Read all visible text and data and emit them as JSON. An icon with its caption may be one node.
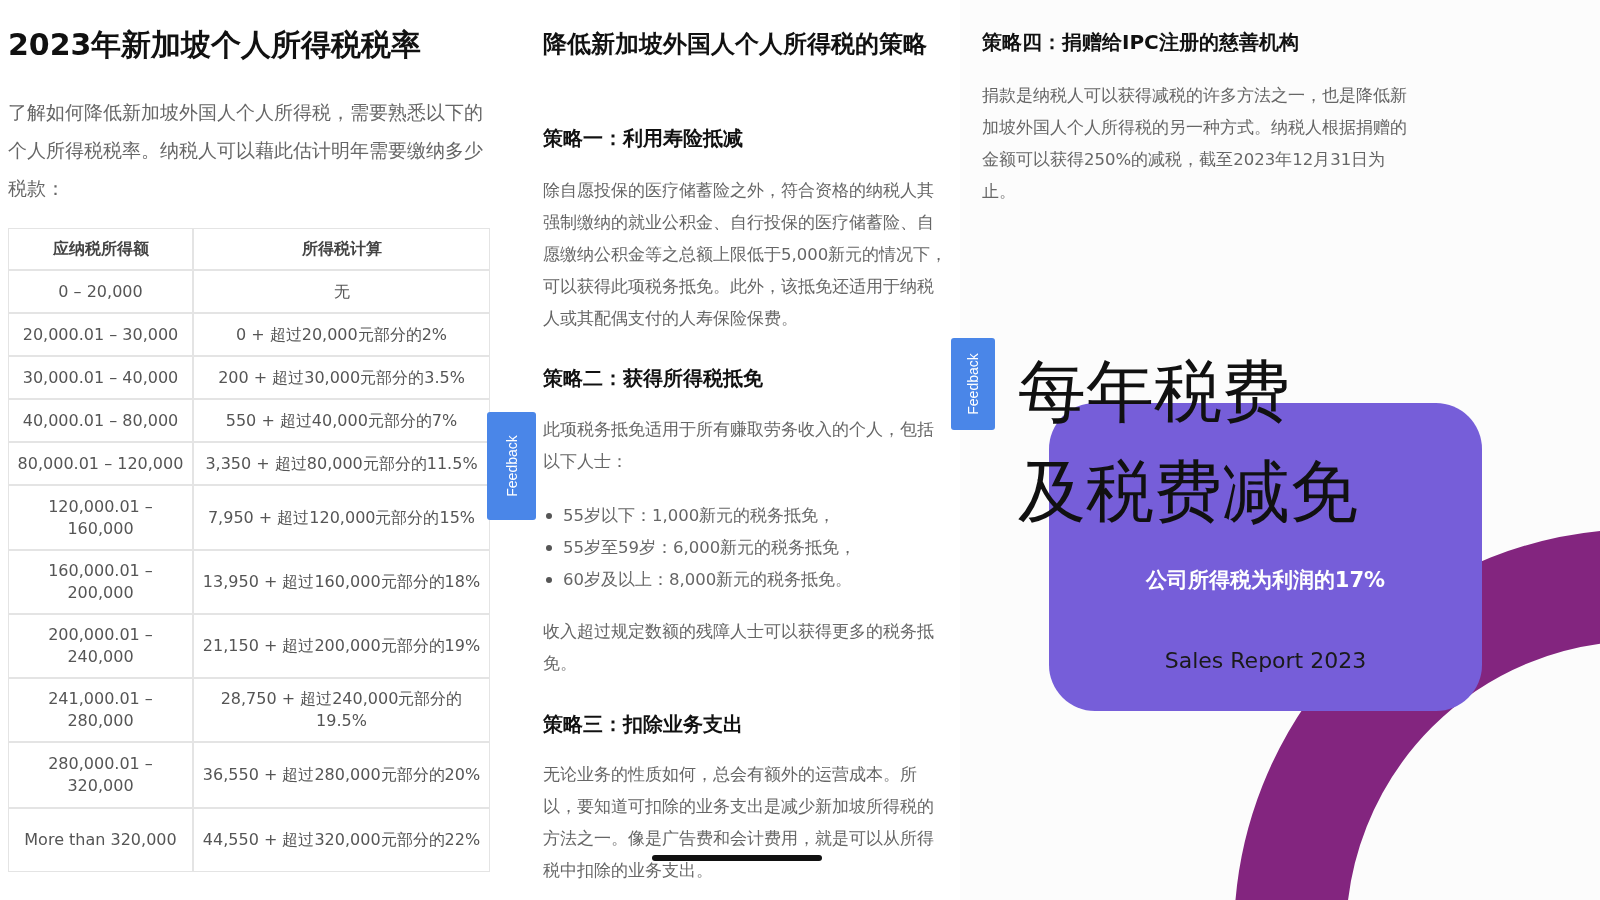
{
  "diagram": {
    "nodes": [
      {
        "text": [
          "公司所得税为利润的17%",
          "Sales Report 2023"
        ]
      }
    ],
    "labels": [
      "2023年新加坡个人所得税税率",
      "了解如何降低新加坡外国人个人所得税，需要熟悉以下的个人所得税税率。纳税人可以藉此估计明年需要缴纳多少税款：",
      "应纳税所得额",
      "所得税计算",
      "0 – 20,000",
      "无",
      "20,000.01 – 30,000",
      "0 + 超过20,000元部分的2%",
      "30,000.01 – 40,000",
      "200 + 超过30,000元部分的3.5%",
      "40,000.01 – 80,000",
      "550 + 超过40,000元部分的7%",
      "80,000.01 – 120,000",
      "3,350 + 超过80,000元部分的11.5%",
      "120,000.01 – 160,000",
      "7,950 + 超过120,000元部分的15%",
      "160,000.01 – 200,000",
      "13,950 + 超过160,000元部分的18%",
      "200,000.01 – 240,000",
      "21,150 + 超过200,000元部分的19%",
      "241,000.01 – 280,000",
      "28,750 + 超过240,000元部分的19.5%",
      "280,000.01 – 320,000",
      "36,550 + 超过280,000元部分的20%",
      "More than 320,000",
      "44,550 + 超过320,000元部分的22%",
      "Feedback",
      "降低新加坡外国人个人所得税的策略",
      "策略一：利用寿险抵减",
      "除自愿投保的医疗储蓄险之外，符合资格的纳税人其强制缴纳的就业公积金、自行投保的医疗储蓄险、自愿缴纳公积金等之总额上限低于5,000新元的情况下，可以获得此项税务抵免。此外，该抵免还适用于纳税人或其配偶支付的人寿保险保费。",
      "策略二：获得所得税抵免",
      "此项税务抵免适用于所有赚取劳务收入的个人，包括以下人士：",
      "55岁以下：1,000新元的税务抵免，",
      "55岁至59岁：6,000新元的税务抵免，",
      "60岁及以上：8,000新元的税务抵免。",
      "收入超过规定数额的残障人士可以获得更多的税务抵免。",
      "策略三：扣除业务支出",
      "无论业务的性质如何，总会有额外的运营成本。所以，要知道可扣除的业务支出是减少新加坡所得税的方法之一。像是广告费和会计费用，就是可以从所得税中扣除的业务支出。",
      "Feedback",
      "策略四：捐赠给IPC注册的慈善机构",
      "捐款是纳税人可以获得减税的许多方法之一，也是降低新加坡外国人个人所得税的另一种方式。纳税人根据捐赠的金额可以获得250%的减税，截至2023年12月31日为止。",
      "每年税费及税费减免"
    ]
  }
}
